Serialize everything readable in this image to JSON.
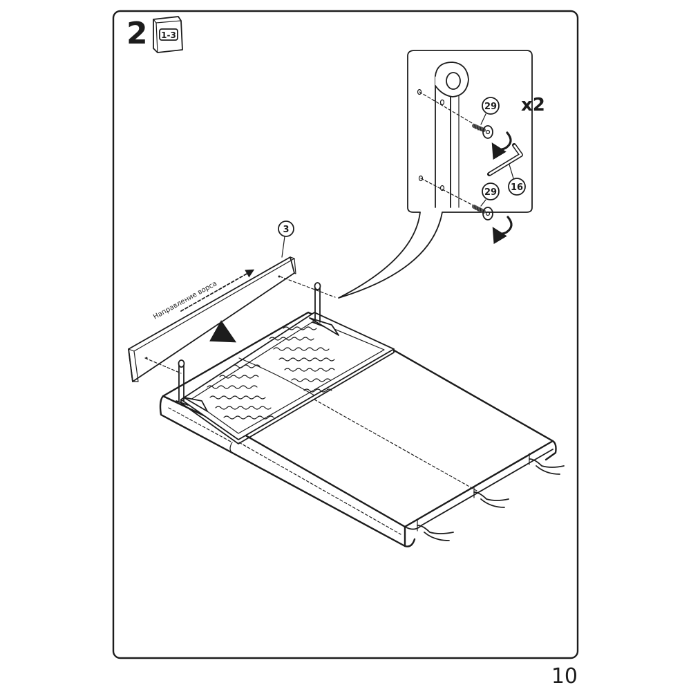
{
  "step_number": "2",
  "reference_pages": "1-3",
  "multiplier": "x2",
  "parts": {
    "headboard_panel": "3",
    "bolt": "29",
    "hex_key": "16"
  },
  "pile_direction_label": "Направление ворса",
  "page_number": "10",
  "colors": {
    "ink": "#1c1c1c",
    "panel_fill": "#bdbdbd",
    "panel_fill_dark": "#9e9e9e",
    "bolt_head": "#8a8a8a"
  }
}
